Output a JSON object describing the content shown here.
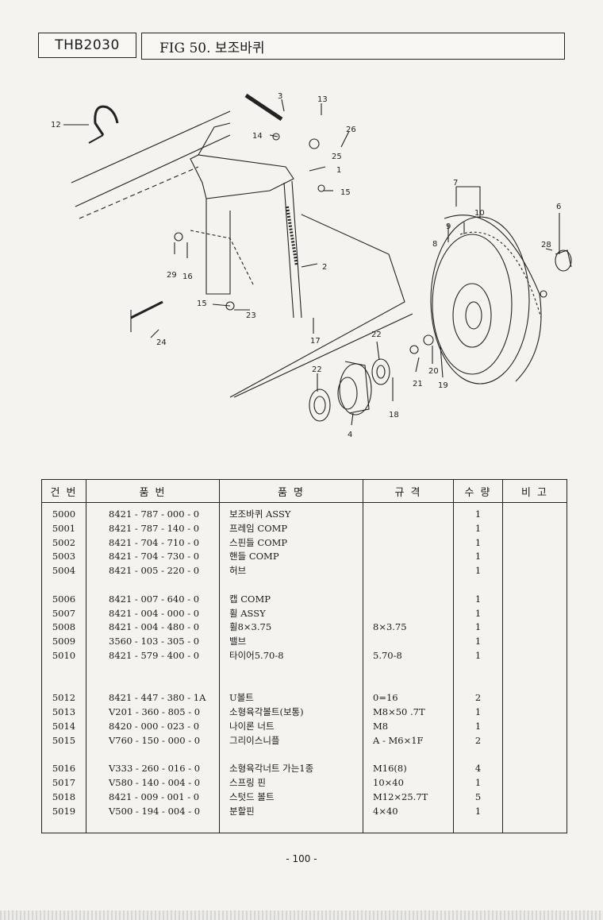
{
  "header": {
    "code": "THB2030",
    "title": "FIG 50. 보조바퀴"
  },
  "diagram_labels": [
    "1",
    "2",
    "3",
    "4",
    "6",
    "7",
    "8",
    "9",
    "10",
    "12",
    "13",
    "14",
    "15",
    "15",
    "16",
    "17",
    "18",
    "19",
    "20",
    "21",
    "22",
    "22",
    "23",
    "24",
    "25",
    "26",
    "28",
    "29"
  ],
  "table": {
    "headers": [
      "건 번",
      "품 번",
      "품 명",
      "규 격",
      "수 량",
      "비 고"
    ],
    "rows": [
      [
        "5000",
        "8421 - 787 - 000 - 0",
        "보조바퀴 ASSY",
        "",
        "1",
        ""
      ],
      [
        "5001",
        "8421 - 787 - 140 - 0",
        "프레임 COMP",
        "",
        "1",
        ""
      ],
      [
        "5002",
        "8421 - 704 - 710 - 0",
        "스핀들 COMP",
        "",
        "1",
        ""
      ],
      [
        "5003",
        "8421 - 704 - 730 - 0",
        "핸들 COMP",
        "",
        "1",
        ""
      ],
      [
        "5004",
        "8421 - 005 - 220 - 0",
        "허브",
        "",
        "1",
        ""
      ],
      [
        "",
        "",
        "",
        "",
        "",
        ""
      ],
      [
        "5006",
        "8421 - 007 - 640 - 0",
        "캡 COMP",
        "",
        "1",
        ""
      ],
      [
        "5007",
        "8421 - 004 - 000 - 0",
        "휠 ASSY",
        "",
        "1",
        ""
      ],
      [
        "5008",
        "8421 - 004 - 480 - 0",
        "휠8×3.75",
        "8×3.75",
        "1",
        ""
      ],
      [
        "5009",
        "3560 - 103 - 305 - 0",
        "밸브",
        "",
        "1",
        ""
      ],
      [
        "5010",
        "8421 - 579 - 400 - 0",
        "타이어5.70-8",
        "5.70-8",
        "1",
        ""
      ],
      [
        "",
        "",
        "",
        "",
        "",
        ""
      ],
      [
        "",
        "",
        "",
        "",
        "",
        ""
      ],
      [
        "5012",
        "8421 - 447 - 380 - 1A",
        "U볼트",
        "0=16",
        "2",
        ""
      ],
      [
        "5013",
        "V201 - 360 - 805 - 0",
        "소형육각볼트(보통)",
        "M8×50 .7T",
        "1",
        ""
      ],
      [
        "5014",
        "8420 - 000 - 023 - 0",
        "나이론 너트",
        "M8",
        "1",
        ""
      ],
      [
        "5015",
        "V760 - 150 - 000 - 0",
        "그리이스니플",
        "A - M6×1F",
        "2",
        ""
      ],
      [
        "",
        "",
        "",
        "",
        "",
        ""
      ],
      [
        "5016",
        "V333 - 260 - 016 - 0",
        "소형육각너트 가는1종",
        "M16(8)",
        "4",
        ""
      ],
      [
        "5017",
        "V580 - 140 - 004 - 0",
        "스프링 핀",
        "10×40",
        "1",
        ""
      ],
      [
        "5018",
        "8421 - 009 - 001 - 0",
        "스텃드 볼트",
        "M12×25.7T",
        "5",
        ""
      ],
      [
        "5019",
        "V500 - 194 - 004 - 0",
        "분할핀",
        "4×40",
        "1",
        ""
      ],
      [
        "",
        "",
        "",
        "",
        "",
        ""
      ]
    ]
  },
  "page_number": "- 100 -"
}
